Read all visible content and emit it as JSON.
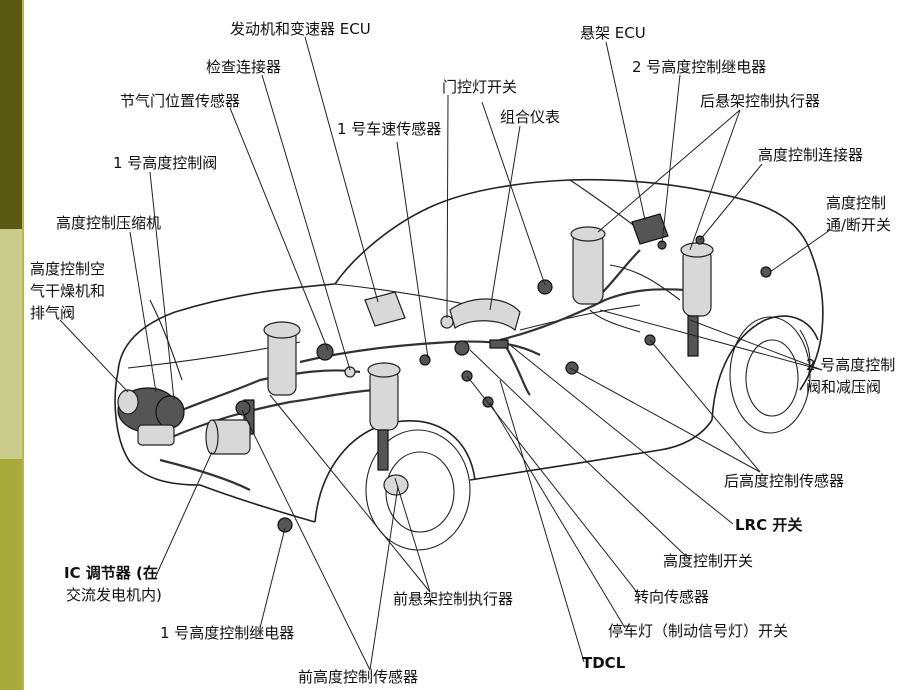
{
  "theme": {
    "band_top": "#5a5a14",
    "band_mid": "#c9cc8a",
    "band_bottom": "#a8ab3c",
    "line": "#b6b84a"
  },
  "labels": {
    "engine_ecu": "发动机和变速器 ECU",
    "check_connector": "检查连接器",
    "throttle_sensor": "节气门位置传感器",
    "height_valve_1": "1 号高度控制阀",
    "compressor": "高度控制压缩机",
    "dryer_l1": "高度控制空",
    "dryer_l2": "气干燥机和",
    "dryer_l3": "排气阀",
    "speed_sensor": "1 号车速传感器",
    "door_switch": "门控灯开关",
    "instrument": "组合仪表",
    "susp_ecu": "悬架 ECU",
    "relay_2": "2 号高度控制继电器",
    "rear_actuator": "后悬架控制执行器",
    "height_connector": "高度控制连接器",
    "onoff_l1": "高度控制",
    "onoff_l2": "通/断开关",
    "valve_2_l1": "2 号高度控制",
    "valve_2_l2": "阀和减压阀",
    "rear_sensor": "后高度控制传感器",
    "lrc": "LRC 开关",
    "height_switch": "高度控制开关",
    "steering_sensor": "转向传感器",
    "stop_lamp": "停车灯（制动信号灯）开关",
    "tdcl": "TDCL",
    "front_sensor": "前高度控制传感器",
    "relay_1": "1 号高度控制继电器",
    "front_actuator": "前悬架控制执行器",
    "ic_l1": "IC 调节器 (在",
    "ic_l2": "交流发电机内)"
  },
  "icons": {
    "car": "car-illustration-icon"
  }
}
